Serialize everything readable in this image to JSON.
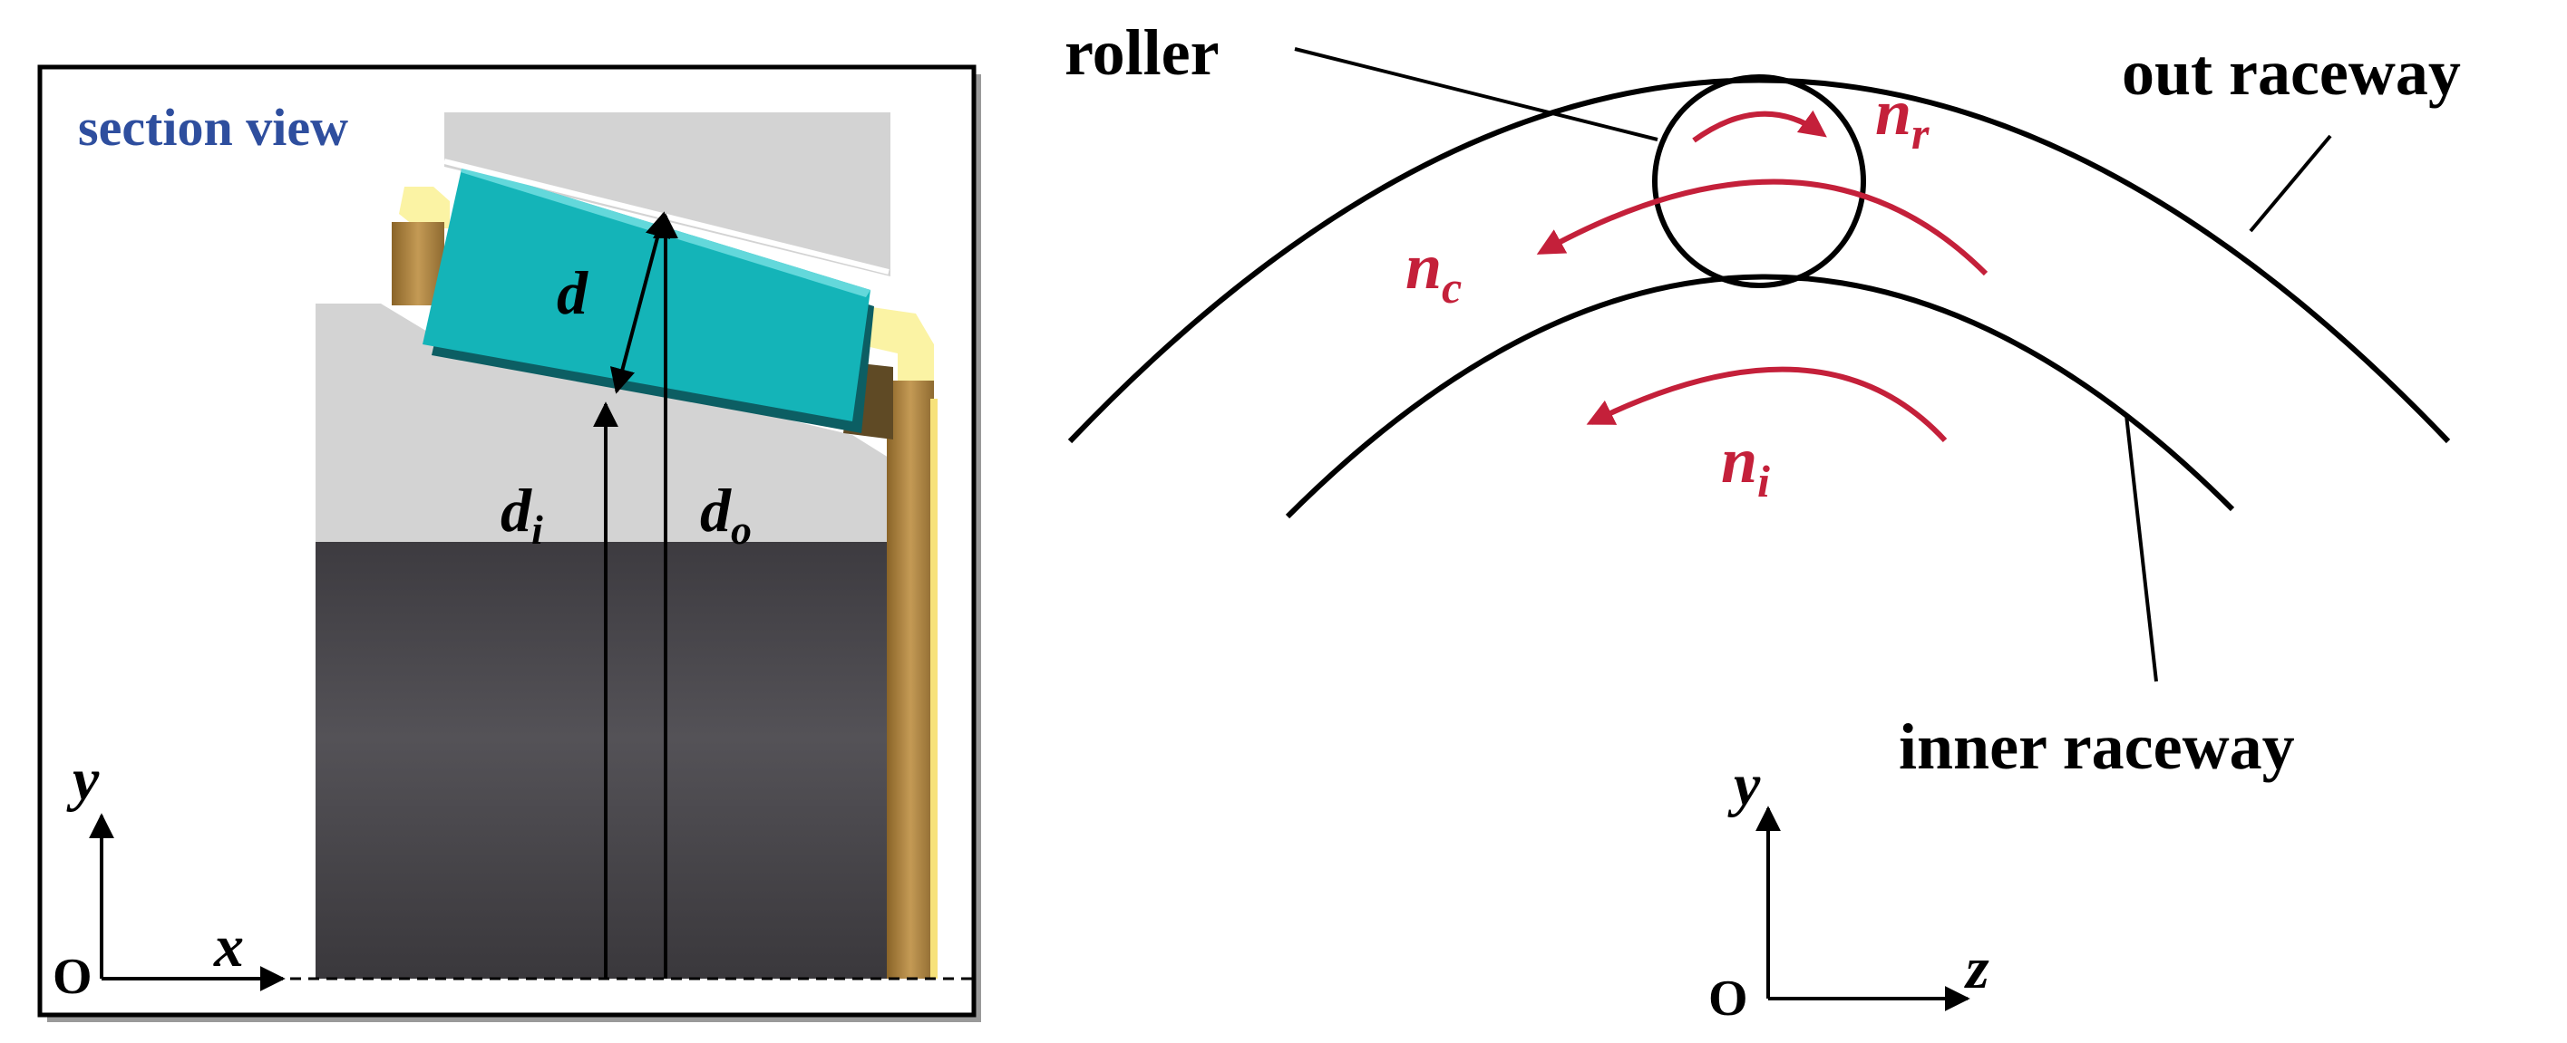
{
  "left_panel": {
    "title": "section view",
    "title_color": "#2e4e9e",
    "labels": {
      "d": "d",
      "d_i_main": "d",
      "d_i_sub": "i",
      "d_o_main": "d",
      "d_o_sub": "o"
    },
    "axes": {
      "y": "y",
      "x": "x",
      "origin": "O"
    },
    "colors": {
      "roller": "#14b4b8",
      "outer_ring": "#d3d3d3",
      "inner_ring": "#d3d3d3",
      "shaft": "#464449",
      "cage": "#b5894a",
      "cage_highlight": "#fbf3a4"
    }
  },
  "right_panel": {
    "labels": {
      "roller": "roller",
      "out_raceway": "out raceway",
      "inner_raceway": "inner raceway"
    },
    "rotation_labels": {
      "n_r_main": "n",
      "n_r_sub": "r",
      "n_c_main": "n",
      "n_c_sub": "c",
      "n_i_main": "n",
      "n_i_sub": "i"
    },
    "axes": {
      "y": "y",
      "z": "z",
      "origin": "O"
    },
    "arrow_color": "#c4203a"
  }
}
